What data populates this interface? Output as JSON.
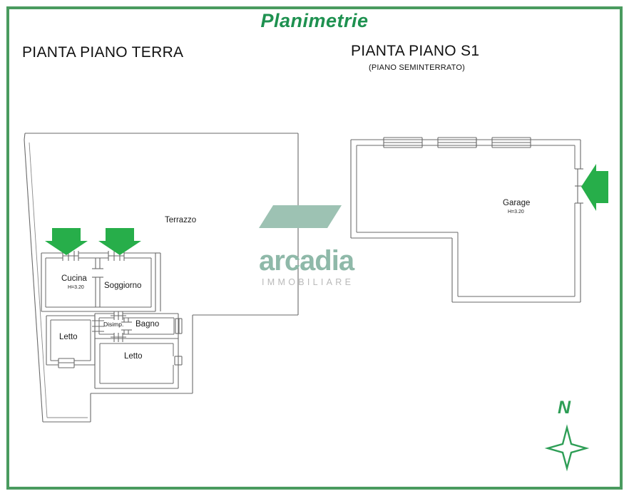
{
  "document": {
    "title": "Planimetrie",
    "title_color": "#1e9150",
    "frame_color": "#4a9b5f"
  },
  "plans": [
    {
      "id": "ground-floor",
      "heading": "PIANTA PIANO TERRA",
      "subtitle": "",
      "rooms": [
        {
          "name": "Terrazzo",
          "height": ""
        },
        {
          "name": "Cucina",
          "height": "H=3.20"
        },
        {
          "name": "Soggiorno",
          "height": ""
        },
        {
          "name": "Disimp.",
          "height": ""
        },
        {
          "name": "Bagno",
          "height": ""
        },
        {
          "name": "Letto",
          "height": ""
        },
        {
          "name": "Letto",
          "height": ""
        }
      ]
    },
    {
      "id": "basement-floor",
      "heading": "PIANTA PIANO S1",
      "subtitle": "(PIANO SEMINTERRATO)",
      "rooms": [
        {
          "name": "Garage",
          "height": "H=3.20"
        }
      ]
    }
  ],
  "labels": {
    "terrazzo": "Terrazzo",
    "cucina": "Cucina",
    "cucina_h": "H=3.20",
    "soggiorno": "Soggiorno",
    "disimp": "Disimp.",
    "bagno": "Bagno",
    "letto_left": "Letto",
    "letto_right": "Letto",
    "garage": "Garage",
    "garage_h": "H=3.20"
  },
  "watermark": {
    "name": "arcadia",
    "subtitle": "IMMOBILIARE",
    "name_color": "#8fb9a9",
    "subtitle_color": "#b9b9b9",
    "bar_color": "#9dc2b3"
  },
  "compass": {
    "north_label": "N",
    "color": "#2e9e56"
  },
  "markers": {
    "arrow_color": "#27ae4a",
    "down_arrows": 2,
    "left_arrows": 1
  },
  "colors": {
    "wall_line": "#5a5a5a",
    "thin_line": "#7d7d7d",
    "text": "#1a1a1a"
  }
}
